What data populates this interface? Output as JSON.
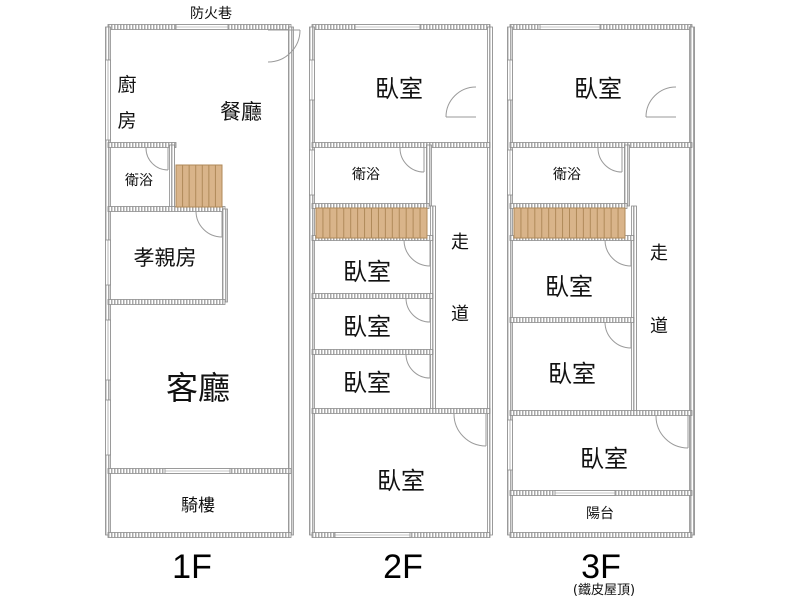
{
  "street_label": "防火巷",
  "floor_1": {
    "label": "1F",
    "rooms": {
      "kitchen_line1": "廚",
      "kitchen_line2": "房",
      "dining": "餐廳",
      "bath": "衛浴",
      "elder_room": "孝親房",
      "living": "客廳",
      "arcade": "騎樓"
    }
  },
  "floor_2": {
    "label": "2F",
    "rooms": {
      "bedroom_top": "臥室",
      "bath": "衛浴",
      "corridor_line1": "走",
      "corridor_line2": "道",
      "bedroom_a": "臥室",
      "bedroom_b": "臥室",
      "bedroom_c": "臥室",
      "bedroom_bottom": "臥室"
    }
  },
  "floor_3": {
    "label": "3F",
    "note": "(鐵皮屋頂)",
    "rooms": {
      "bedroom_top": "臥室",
      "bath": "衛浴",
      "corridor_line1": "走",
      "corridor_line2": "道",
      "bedroom_a": "臥室",
      "bedroom_b": "臥室",
      "bedroom_bottom": "臥室",
      "balcony": "陽台"
    }
  },
  "colors": {
    "wall": "#8c8c8c",
    "wall_hatch": "#bdbdbd",
    "stair_fill": "#d9b48a",
    "stair_line": "#b08a5a",
    "door": "#9a9a9a",
    "text": "#111111"
  }
}
